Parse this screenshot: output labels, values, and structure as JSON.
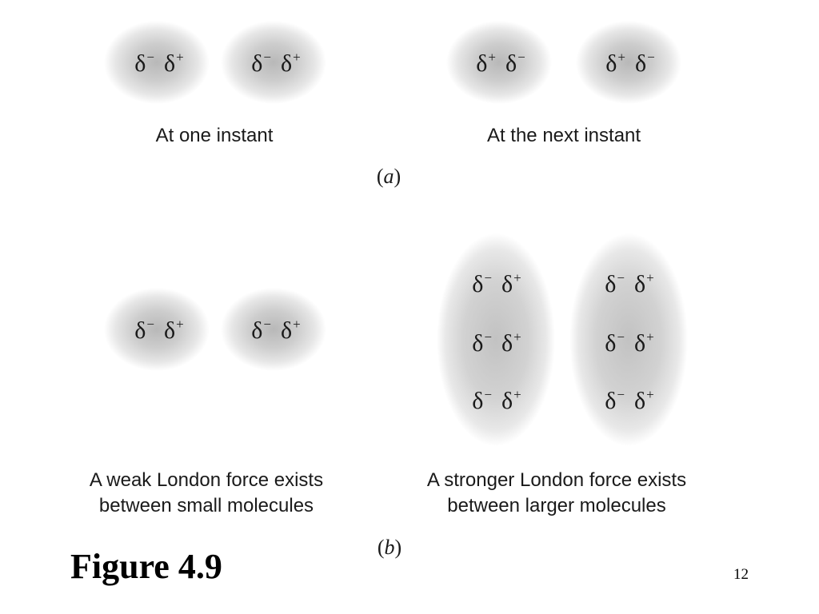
{
  "charge": {
    "delta": "δ",
    "neg": "−",
    "pos": "+"
  },
  "panel_a": {
    "caption_left": "At one instant",
    "caption_right": "At the next instant",
    "label_open": "(",
    "label_letter": "a",
    "label_close": ")"
  },
  "panel_b": {
    "caption_left_line1": "A weak London force exists",
    "caption_left_line2": "between small molecules",
    "caption_right_line1": "A stronger London force exists",
    "caption_right_line2": "between larger molecules",
    "label_open": "(",
    "label_letter": "b",
    "label_close": ")"
  },
  "figure_title": "Figure 4.9",
  "page_number": "12"
}
